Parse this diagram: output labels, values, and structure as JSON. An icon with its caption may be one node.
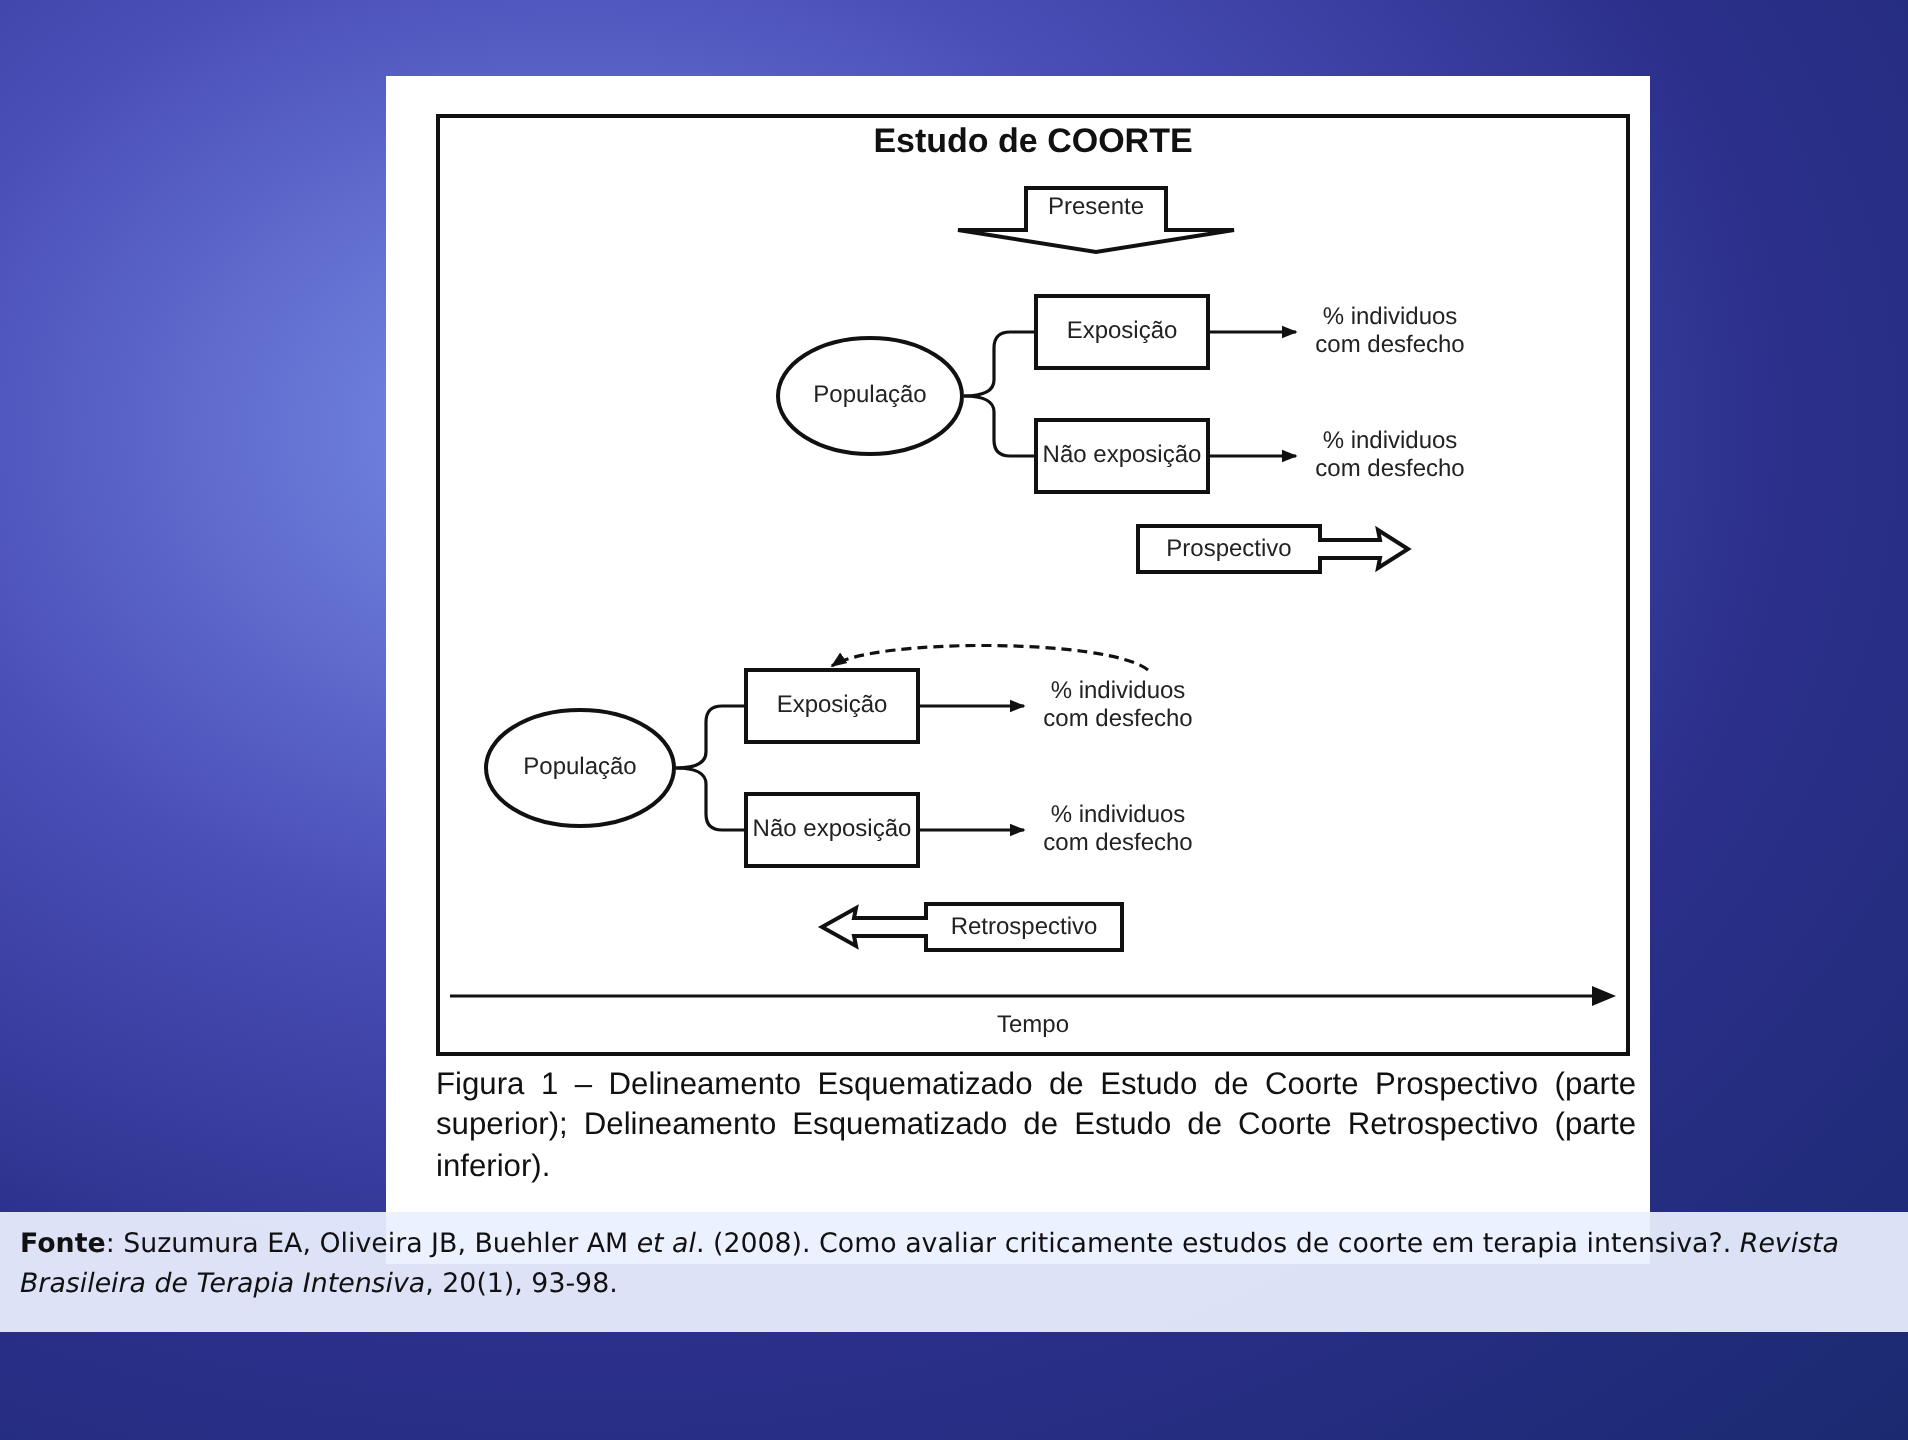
{
  "diagram": {
    "title": "Estudo de COORTE",
    "caption": "Figura 1 – Delineamento Esquematizado de Estudo de Coorte Prospectivo (parte superior); Delineamento Esquematizado de Estudo de Coorte Retrospectivo (parte inferior).",
    "nodes": [
      {
        "text": [
          "Presente"
        ]
      },
      {
        "text": [
          "População"
        ]
      },
      {
        "text": [
          "Exposição"
        ]
      },
      {
        "text": [
          "Não exposição"
        ]
      },
      {
        "text": [
          "% individuos com desfecho"
        ]
      },
      {
        "text": [
          "% individuos com desfecho"
        ]
      },
      {
        "text": [
          "Prospectivo"
        ]
      },
      {
        "text": [
          "População"
        ]
      },
      {
        "text": [
          "Exposição"
        ]
      },
      {
        "text": [
          "Não exposição"
        ]
      },
      {
        "text": [
          "% individuos com desfecho"
        ]
      },
      {
        "text": [
          "% individuos com desfecho"
        ]
      },
      {
        "text": [
          "Retrospectivo"
        ]
      }
    ],
    "edges": [
      {
        "from": 1,
        "to": 2,
        "arrow": "none"
      },
      {
        "from": 1,
        "to": 3,
        "arrow": "none"
      },
      {
        "from": 2,
        "to": 4,
        "arrow": "to"
      },
      {
        "from": 3,
        "to": 5,
        "arrow": "to"
      },
      {
        "from": 7,
        "to": 8,
        "arrow": "none"
      },
      {
        "from": 7,
        "to": 9,
        "arrow": "none"
      },
      {
        "from": 8,
        "to": 10,
        "arrow": "to"
      },
      {
        "from": 9,
        "to": 11,
        "arrow": "to"
      },
      {
        "from": 10,
        "to": 8,
        "arrow": "to",
        "style": "dashed"
      }
    ],
    "labels": [
      "Tempo",
      "**Fonte**: Suzumura EA, Oliveira JB, Buehler AM *et al*. (2008). Como avaliar criticamente estudos de coorte em terapia intensiva?. *Revista Brasileira de Terapia Intensiva*, 20(1), 93-98."
    ]
  }
}
